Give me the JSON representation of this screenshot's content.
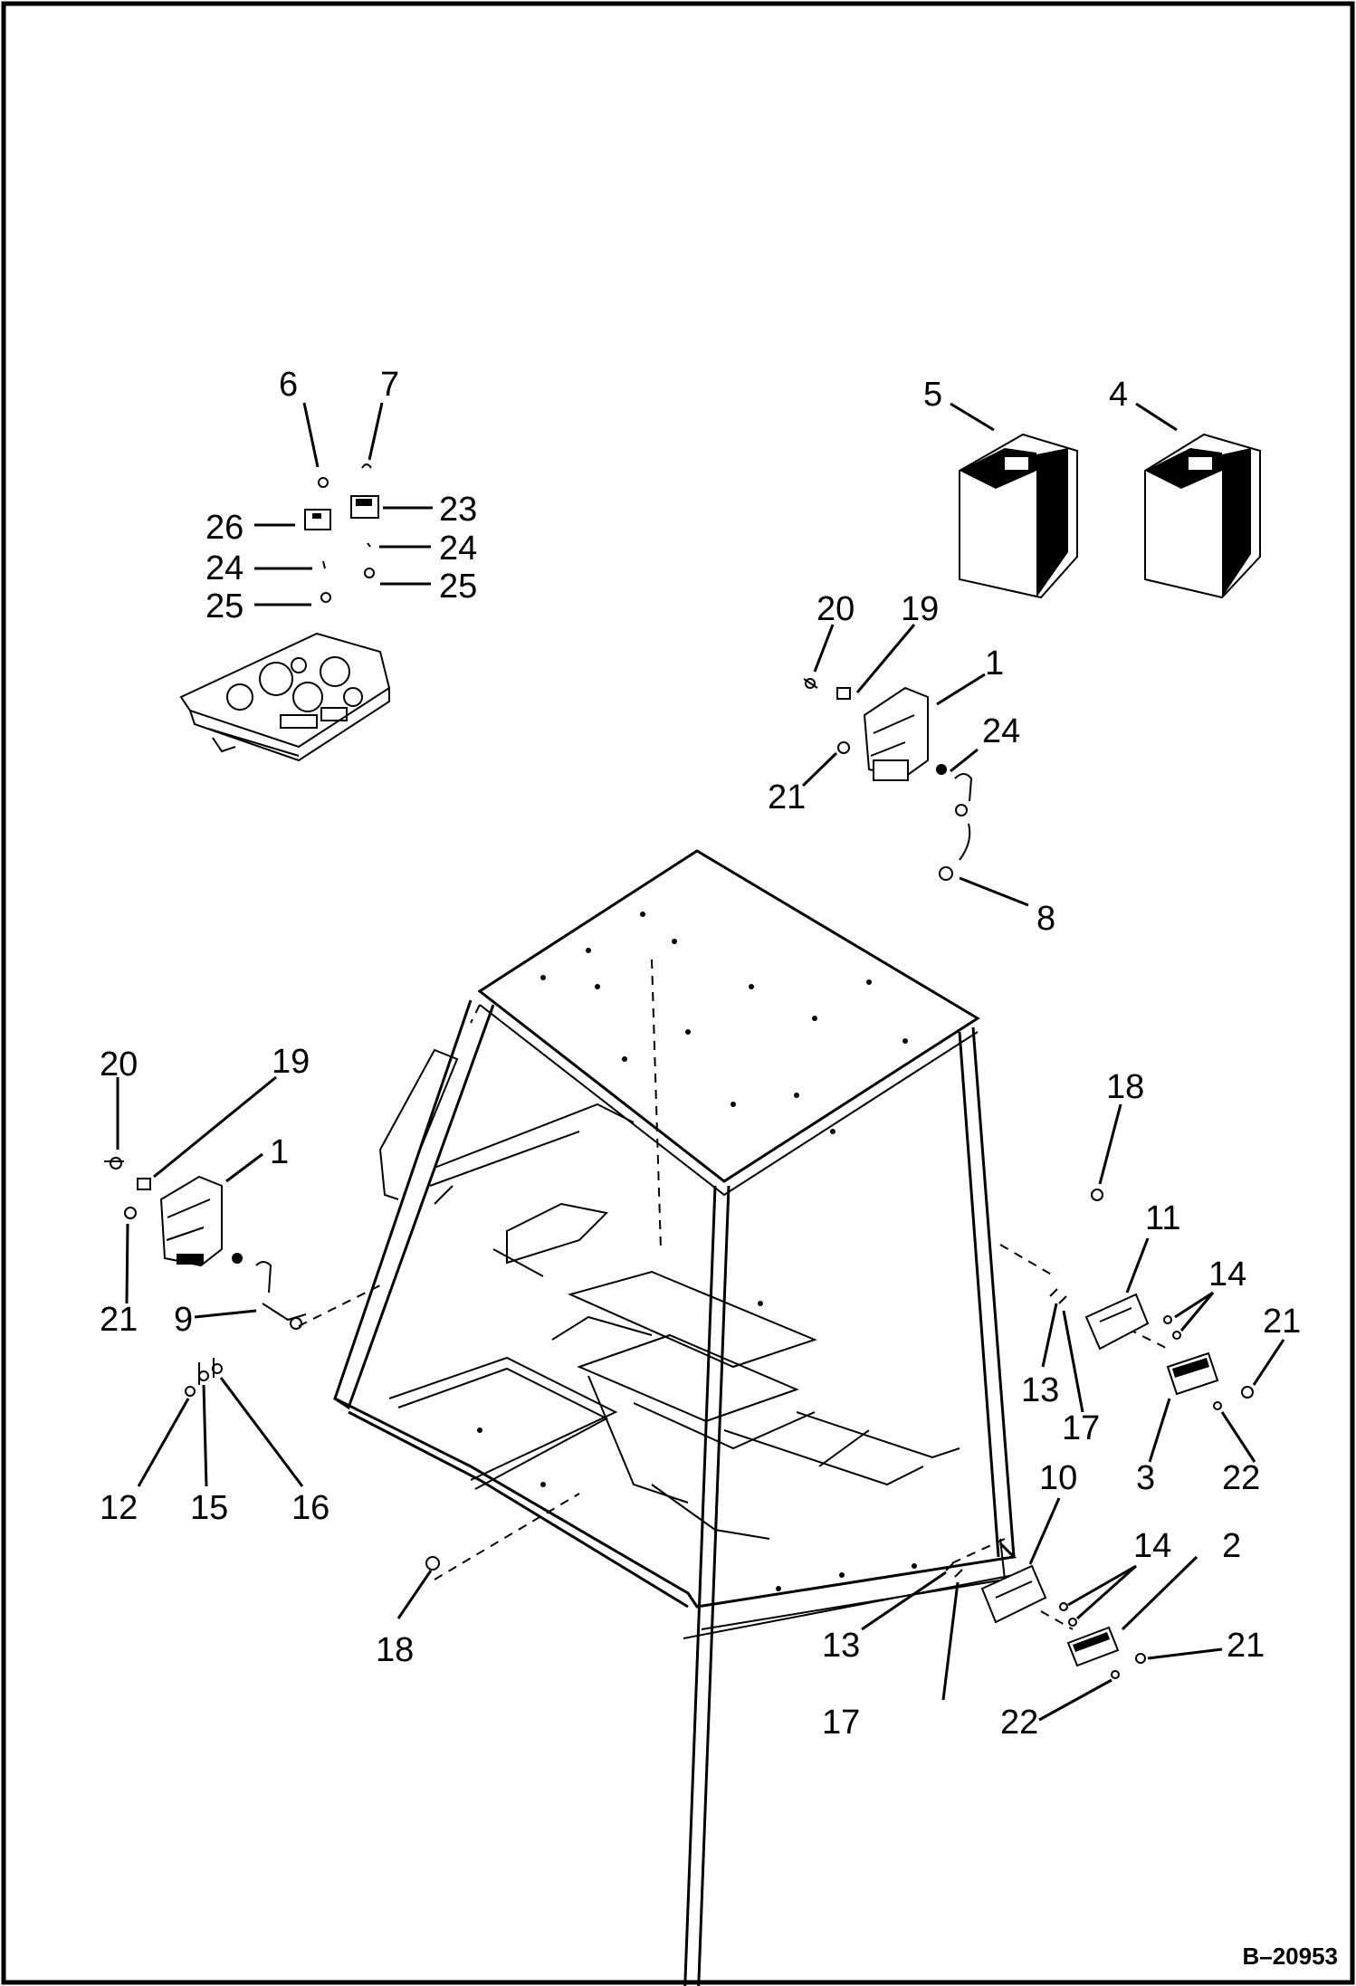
{
  "figure_id": "B–20953",
  "callouts": [
    {
      "id": "c6",
      "text": "6"
    },
    {
      "id": "c7",
      "text": "7"
    },
    {
      "id": "c26",
      "text": "26"
    },
    {
      "id": "c23",
      "text": "23"
    },
    {
      "id": "c24a",
      "text": "24"
    },
    {
      "id": "c24b",
      "text": "24"
    },
    {
      "id": "c25a",
      "text": "25"
    },
    {
      "id": "c25b",
      "text": "25"
    },
    {
      "id": "c5",
      "text": "5"
    },
    {
      "id": "c4",
      "text": "4"
    },
    {
      "id": "c20a",
      "text": "20"
    },
    {
      "id": "c19a",
      "text": "19"
    },
    {
      "id": "c1a",
      "text": "1"
    },
    {
      "id": "c24c",
      "text": "24"
    },
    {
      "id": "c21a",
      "text": "21"
    },
    {
      "id": "c8",
      "text": "8"
    },
    {
      "id": "c20b",
      "text": "20"
    },
    {
      "id": "c19b",
      "text": "19"
    },
    {
      "id": "c1b",
      "text": "1"
    },
    {
      "id": "c21b",
      "text": "21"
    },
    {
      "id": "c9",
      "text": "9"
    },
    {
      "id": "c12",
      "text": "12"
    },
    {
      "id": "c15",
      "text": "15"
    },
    {
      "id": "c16",
      "text": "16"
    },
    {
      "id": "c18a",
      "text": "18"
    },
    {
      "id": "c18b",
      "text": "18"
    },
    {
      "id": "c11",
      "text": "11"
    },
    {
      "id": "c14a",
      "text": "14"
    },
    {
      "id": "c21c",
      "text": "21"
    },
    {
      "id": "c13a",
      "text": "13"
    },
    {
      "id": "c17a",
      "text": "17"
    },
    {
      "id": "c3",
      "text": "3"
    },
    {
      "id": "c22a",
      "text": "22"
    },
    {
      "id": "c10",
      "text": "10"
    },
    {
      "id": "c14b",
      "text": "14"
    },
    {
      "id": "c2",
      "text": "2"
    },
    {
      "id": "c13b",
      "text": "13"
    },
    {
      "id": "c21d",
      "text": "21"
    },
    {
      "id": "c17b",
      "text": "17"
    },
    {
      "id": "c22b",
      "text": "22"
    }
  ]
}
